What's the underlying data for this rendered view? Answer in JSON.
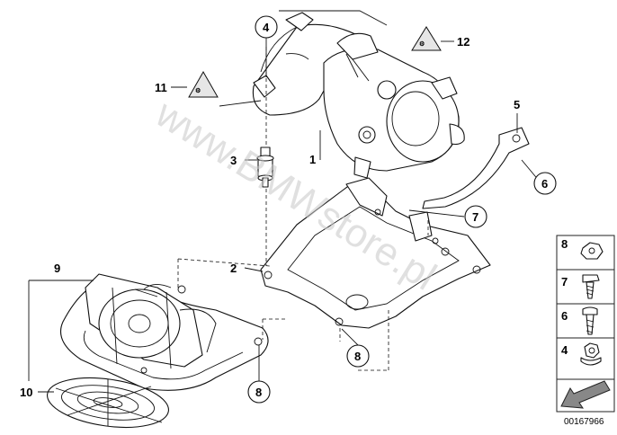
{
  "watermark": "www.BMWstore.pl",
  "diagram_id": "00167966",
  "callouts": {
    "c1": "1",
    "c2": "2",
    "c3": "3",
    "c4": "4",
    "c5": "5",
    "c6": "6",
    "c7": "7",
    "c8a": "8",
    "c8b": "8",
    "c9": "9",
    "c10": "10",
    "c11": "11",
    "c12": "12"
  },
  "legend": {
    "rows": [
      {
        "number": "8",
        "part": "hex-nut"
      },
      {
        "number": "7",
        "part": "hex-bolt-with-washer"
      },
      {
        "number": "6",
        "part": "socket-head-screw"
      },
      {
        "number": "4",
        "part": "flange-nut"
      }
    ]
  },
  "colors": {
    "line": "#111111",
    "watermark": "#c8c8c8",
    "panel_fill": "#e6e6e6"
  }
}
